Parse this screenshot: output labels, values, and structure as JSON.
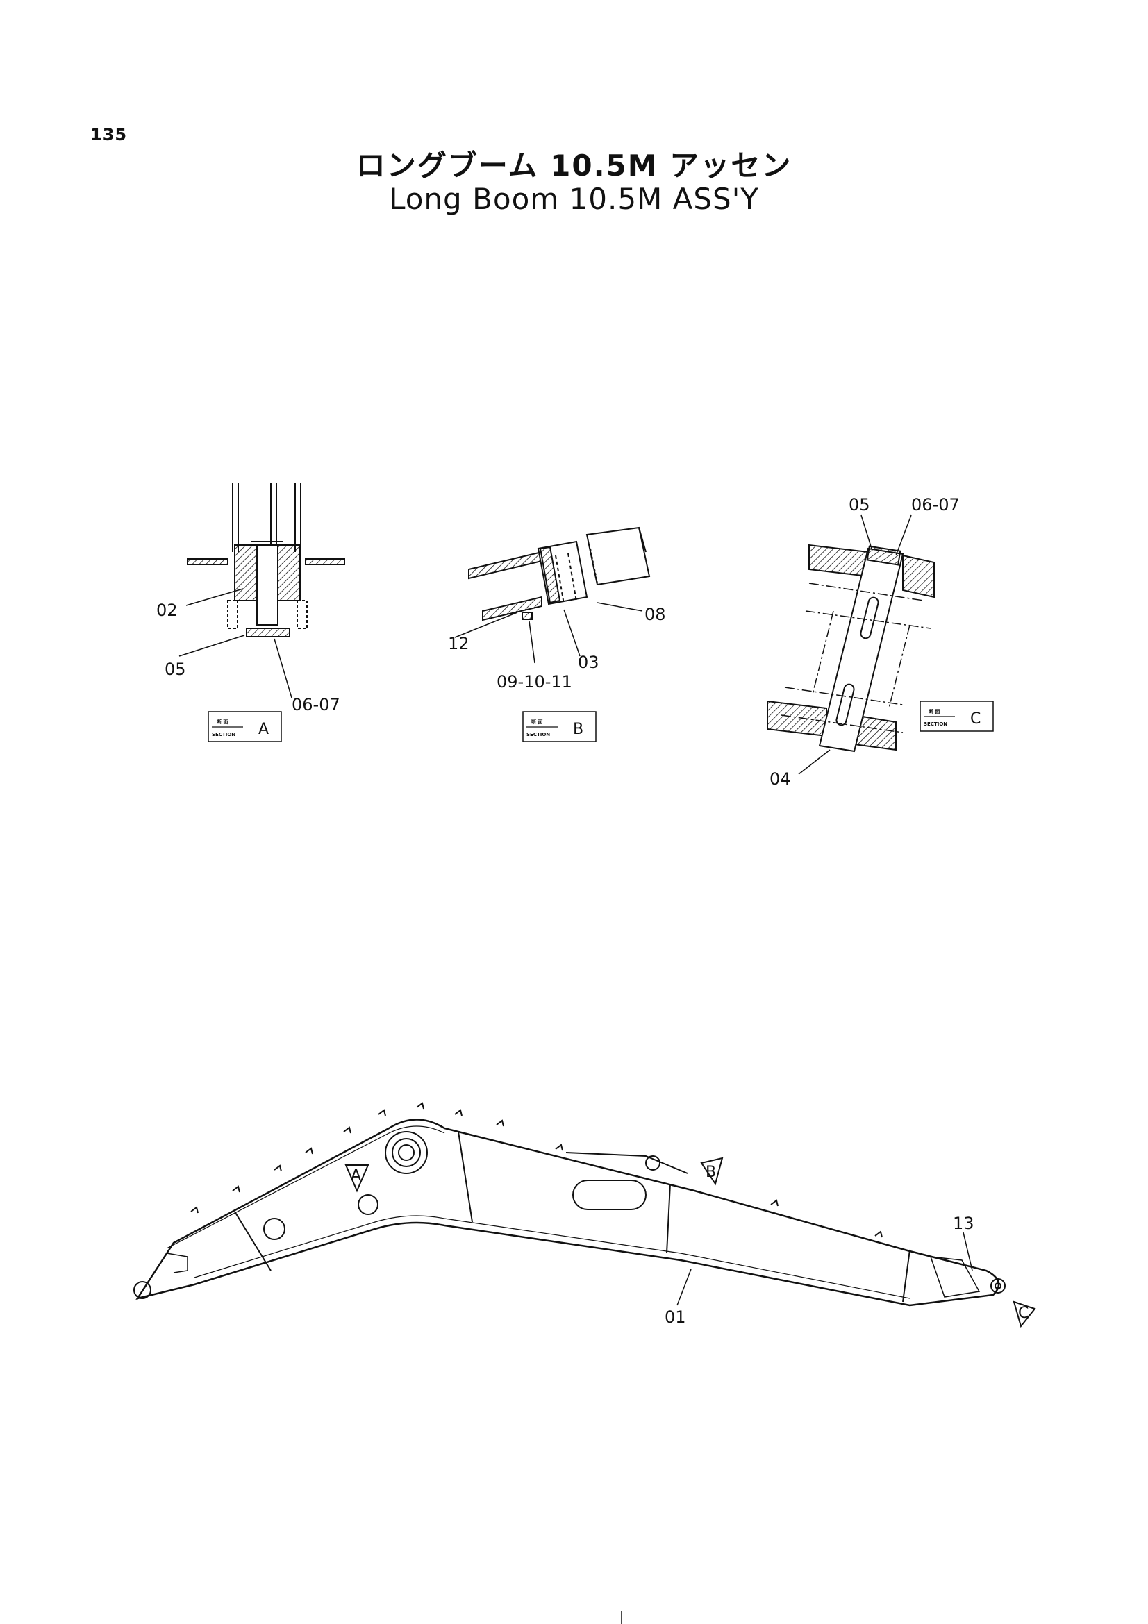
{
  "page": {
    "number": "135",
    "title_jp": "ロングブーム 10.5M アッセン",
    "title_en": "Long Boom 10.5M ASS'Y"
  },
  "section_a": {
    "labels": {
      "p02": "02",
      "p05": "05",
      "p0607": "06-07"
    },
    "tag": {
      "jp": "断 面",
      "en": "SECTION",
      "letter": "A"
    }
  },
  "section_b": {
    "labels": {
      "p12": "12",
      "p08": "08",
      "p03": "03",
      "p091011": "09-10-11"
    },
    "tag": {
      "jp": "断 面",
      "en": "SECTION",
      "letter": "B"
    }
  },
  "section_c": {
    "labels": {
      "p05": "05",
      "p0607": "06-07",
      "p04": "04"
    },
    "tag": {
      "jp": "断 面",
      "en": "SECTION",
      "letter": "C"
    }
  },
  "boom": {
    "labels": {
      "p01": "01",
      "p13": "13"
    },
    "markers": {
      "a": "A",
      "b": "B",
      "c": "C"
    }
  }
}
